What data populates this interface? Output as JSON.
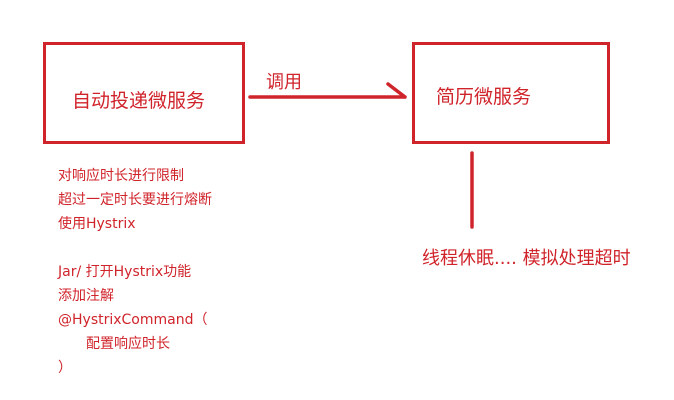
{
  "boxes": {
    "auto_delivery": "自动投递微服务",
    "resume": "简历微服务"
  },
  "arrow_label": "调用",
  "timeout_note": "线程休眠.... 模拟处理超时",
  "notes": [
    "对响应时长进行限制",
    "超过一定时长要进行熔断",
    "使用Hystrix",
    "",
    "Jar/ 打开Hystrix功能",
    "添加注解",
    "@HystrixCommand（",
    "配置响应时长",
    "）"
  ],
  "colors": {
    "accent": "#d0242b"
  }
}
